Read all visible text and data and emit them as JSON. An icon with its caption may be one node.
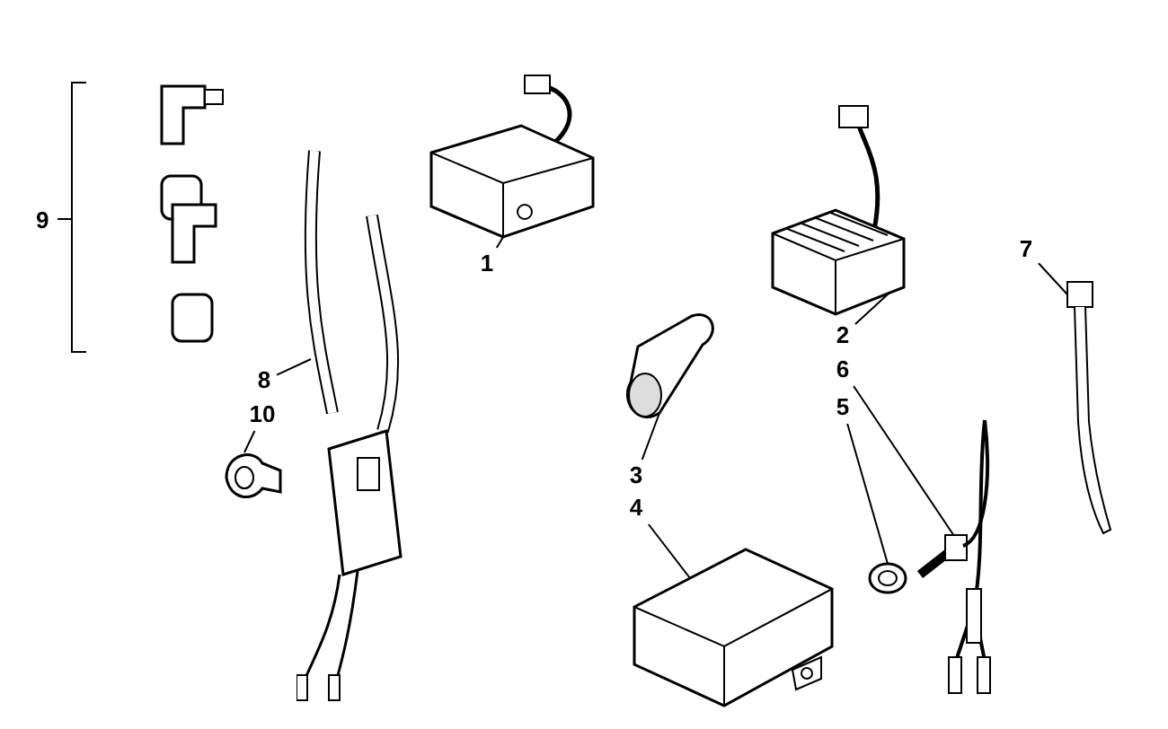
{
  "diagram": {
    "nodes": [
      {
        "text": [
          "1"
        ]
      },
      {
        "text": [
          "2"
        ]
      },
      {
        "text": [
          "3"
        ]
      },
      {
        "text": [
          "4"
        ]
      },
      {
        "text": [
          "5"
        ]
      },
      {
        "text": [
          "6"
        ]
      },
      {
        "text": [
          "7"
        ]
      },
      {
        "text": [
          "8"
        ]
      },
      {
        "text": [
          "10"
        ]
      },
      {
        "text": [],
        "shape": "picture"
      },
      {
        "text": [],
        "shape": "picture"
      },
      {
        "text": [],
        "shape": "picture"
      },
      {
        "text": [],
        "shape": "picture"
      },
      {
        "text": [],
        "shape": "picture"
      },
      {
        "text": [],
        "shape": "picture"
      },
      {
        "text": [],
        "shape": "picture"
      },
      {
        "text": [],
        "shape": "picture"
      },
      {
        "text": [],
        "shape": "picture"
      }
    ],
    "edges": [
      {
        "from": 0,
        "to": 9,
        "arrow": "none"
      },
      {
        "from": 1,
        "to": 10,
        "arrow": "none"
      },
      {
        "from": 2,
        "to": 11,
        "arrow": "none"
      },
      {
        "from": 3,
        "to": 12,
        "arrow": "none"
      },
      {
        "from": 4,
        "to": 13,
        "arrow": "none"
      },
      {
        "from": 5,
        "to": 14,
        "arrow": "none"
      },
      {
        "from": 6,
        "to": 15,
        "arrow": "none"
      },
      {
        "from": 7,
        "to": 16,
        "arrow": "none"
      },
      {
        "from": 8,
        "to": 17,
        "arrow": "none"
      }
    ],
    "labels": [
      "9"
    ]
  }
}
